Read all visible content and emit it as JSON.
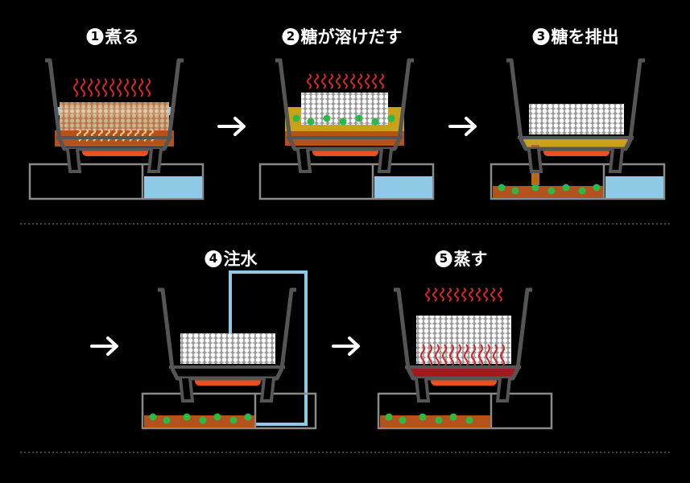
{
  "steps": [
    {
      "number": "1",
      "label": "煮る"
    },
    {
      "number": "2",
      "label": "糖が溶けだす"
    },
    {
      "number": "3",
      "label": "糖を排出"
    },
    {
      "number": "4",
      "label": "注水"
    },
    {
      "number": "5",
      "label": "蒸す"
    }
  ],
  "colors": {
    "pot": "#555555",
    "water": "#8ec9e6",
    "heater": "#e8501e",
    "brown": "#b5521b",
    "syrup": "#c9a21a",
    "green": "#2fb84a",
    "steam": "#d8262a"
  }
}
